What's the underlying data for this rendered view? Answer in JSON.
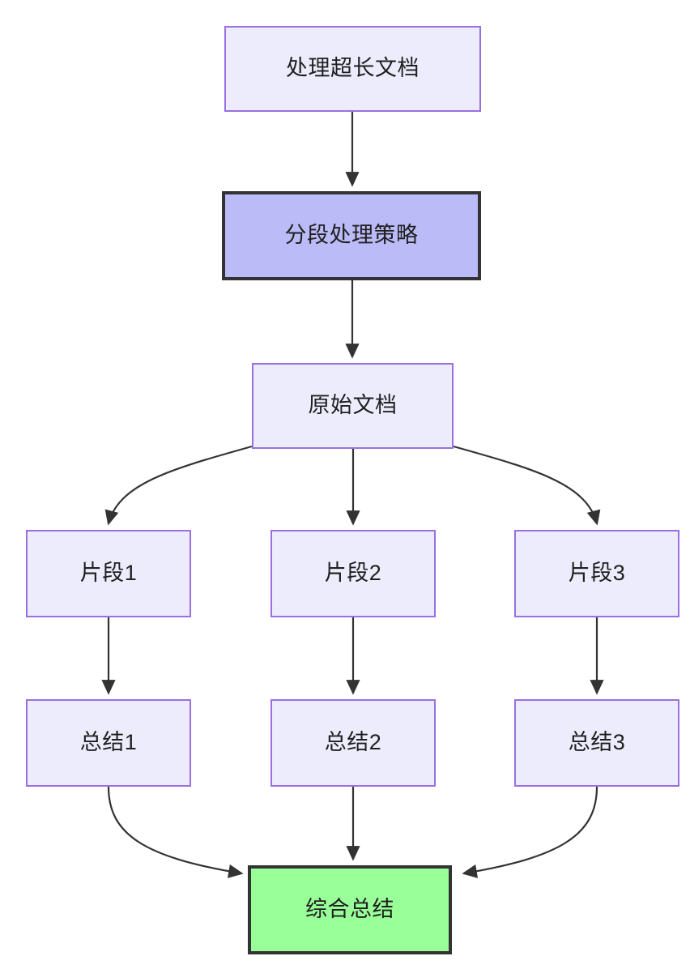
{
  "diagram": {
    "type": "flowchart",
    "direction": "top-to-bottom",
    "background_color": "#ffffff",
    "edge_color": "#333333",
    "node_styles": {
      "normal": {
        "fill": "#ececfd",
        "stroke": "#9a70e0",
        "stroke_width": 2
      },
      "highlight": {
        "fill": "#bbbbf8",
        "stroke": "#333333",
        "stroke_width": 4
      },
      "result": {
        "fill": "#99ff99",
        "stroke": "#333333",
        "stroke_width": 4
      }
    },
    "nodes": [
      {
        "id": "doc",
        "label": "处理超长文档",
        "style": "normal"
      },
      {
        "id": "strategy",
        "label": "分段处理策略",
        "style": "highlight"
      },
      {
        "id": "source",
        "label": "原始文档",
        "style": "normal"
      },
      {
        "id": "frag1",
        "label": "片段1",
        "style": "normal"
      },
      {
        "id": "frag2",
        "label": "片段2",
        "style": "normal"
      },
      {
        "id": "frag3",
        "label": "片段3",
        "style": "normal"
      },
      {
        "id": "sum1",
        "label": "总结1",
        "style": "normal"
      },
      {
        "id": "sum2",
        "label": "总结2",
        "style": "normal"
      },
      {
        "id": "sum3",
        "label": "总结3",
        "style": "normal"
      },
      {
        "id": "final",
        "label": "综合总结",
        "style": "result"
      }
    ],
    "edges": [
      {
        "from": "doc",
        "to": "strategy",
        "shape": "straight"
      },
      {
        "from": "strategy",
        "to": "source",
        "shape": "straight"
      },
      {
        "from": "source",
        "to": "frag1",
        "shape": "curved"
      },
      {
        "from": "source",
        "to": "frag2",
        "shape": "straight"
      },
      {
        "from": "source",
        "to": "frag3",
        "shape": "curved"
      },
      {
        "from": "frag1",
        "to": "sum1",
        "shape": "straight"
      },
      {
        "from": "frag2",
        "to": "sum2",
        "shape": "straight"
      },
      {
        "from": "frag3",
        "to": "sum3",
        "shape": "straight"
      },
      {
        "from": "sum1",
        "to": "final",
        "shape": "curved"
      },
      {
        "from": "sum2",
        "to": "final",
        "shape": "straight"
      },
      {
        "from": "sum3",
        "to": "final",
        "shape": "curved"
      }
    ]
  }
}
